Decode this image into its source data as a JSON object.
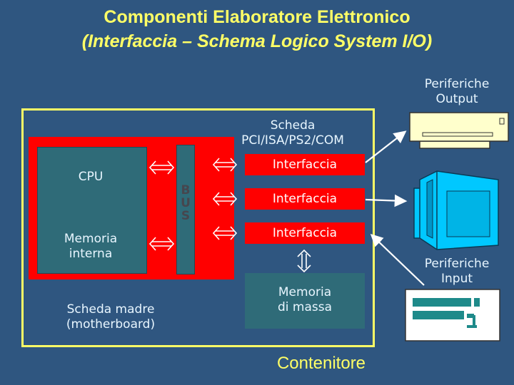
{
  "title": {
    "line1": "Componenti Elaboratore Elettronico",
    "line2": "(Interfaccia – Schema Logico System I/O)"
  },
  "labels": {
    "output_line1": "Periferiche",
    "output_line2": "Output",
    "input_line1": "Periferiche",
    "input_line2": "Input",
    "scheda_line1": "Scheda",
    "scheda_line2": "PCI/ISA/PS2/COM",
    "cpu": "CPU",
    "memoria_interna_line1": "Memoria",
    "memoria_interna_line2": "interna",
    "scheda_madre_line1": "Scheda madre",
    "scheda_madre_line2": "(motherboard)",
    "bus": [
      "B",
      "U",
      "S"
    ],
    "interfacce": [
      "Interfaccia",
      "Interfaccia",
      "Interfaccia"
    ],
    "memoria_massa_line1": "Memoria",
    "memoria_massa_line2": "di massa",
    "contenitore": "Contenitore"
  },
  "colors": {
    "background": "#2f5680",
    "title": "#ffff66",
    "red": "#ff0000",
    "teal": "#2f6b78",
    "light_text": "#e8f6ff"
  },
  "icons": [
    "printer-icon",
    "monitor-icon",
    "keyboard-icon",
    "double-arrow-icon"
  ]
}
